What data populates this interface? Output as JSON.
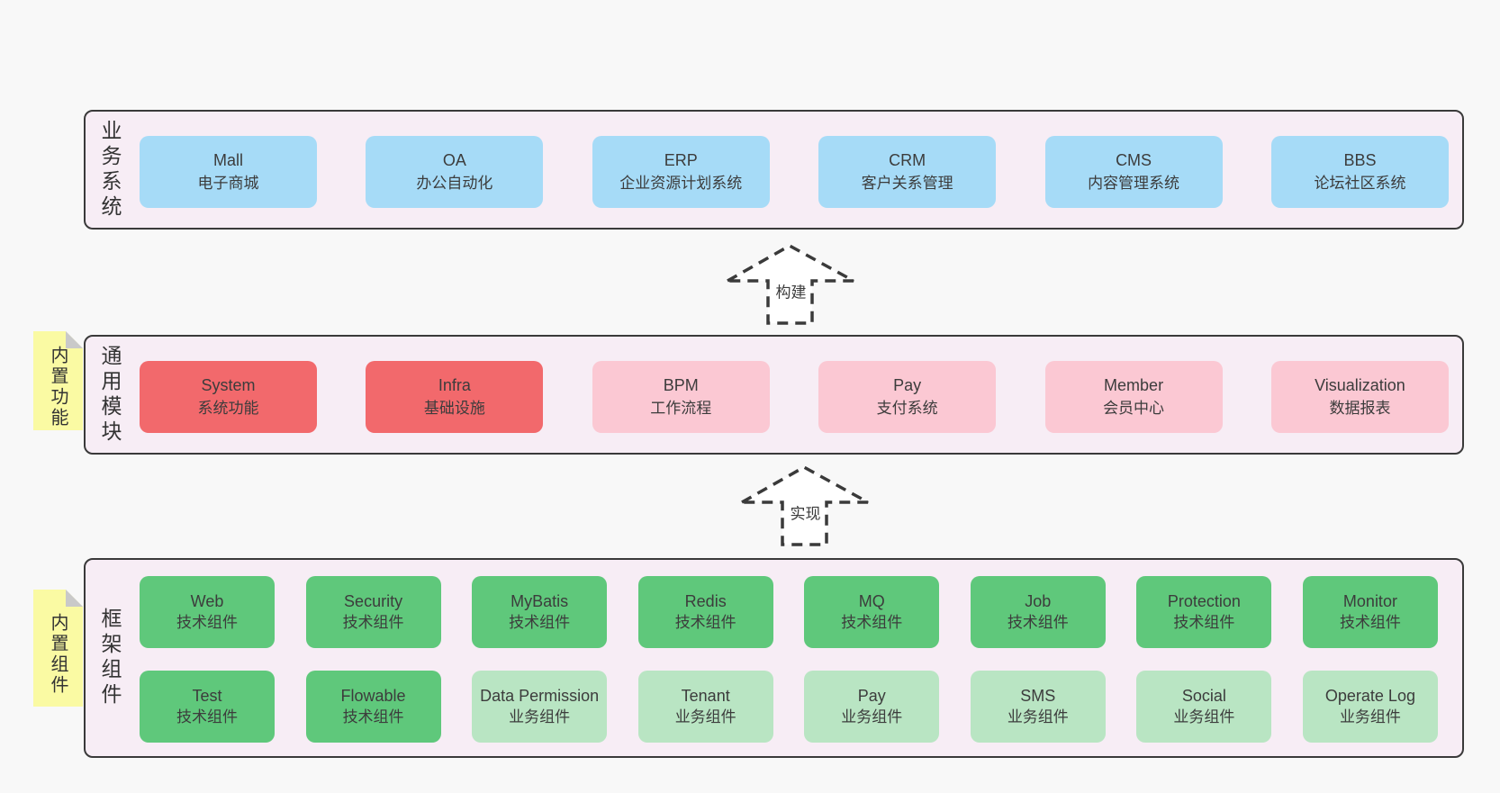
{
  "colors": {
    "page_bg": "#f8f8f8",
    "layer_bg": "#f7edf5",
    "layer_border": "#3a3a3a",
    "blue_box": "#a6dbf7",
    "red_box": "#f2696c",
    "pink_box": "#fbc8d3",
    "green_dark_box": "#5fc87b",
    "green_light_box": "#b9e5c3",
    "sticky_yellow": "#fafaa3",
    "text": "#3c3c3c"
  },
  "layers": {
    "business": {
      "label": "业务系统",
      "boxes": [
        {
          "name": "Mall",
          "desc": "电子商城"
        },
        {
          "name": "OA",
          "desc": "办公自动化"
        },
        {
          "name": "ERP",
          "desc": "企业资源计划系统"
        },
        {
          "name": "CRM",
          "desc": "客户关系管理"
        },
        {
          "name": "CMS",
          "desc": "内容管理系统"
        },
        {
          "name": "BBS",
          "desc": "论坛社区系统"
        }
      ]
    },
    "modules": {
      "label": "通用模块",
      "sticky": "内置功能",
      "boxes": [
        {
          "name": "System",
          "desc": "系统功能"
        },
        {
          "name": "Infra",
          "desc": "基础设施"
        },
        {
          "name": "BPM",
          "desc": "工作流程"
        },
        {
          "name": "Pay",
          "desc": "支付系统"
        },
        {
          "name": "Member",
          "desc": "会员中心"
        },
        {
          "name": "Visualization",
          "desc": "数据报表"
        }
      ]
    },
    "framework": {
      "label": "框架组件",
      "sticky": "内置组件",
      "row1": [
        {
          "name": "Web",
          "desc": "技术组件"
        },
        {
          "name": "Security",
          "desc": "技术组件"
        },
        {
          "name": "MyBatis",
          "desc": "技术组件"
        },
        {
          "name": "Redis",
          "desc": "技术组件"
        },
        {
          "name": "MQ",
          "desc": "技术组件"
        },
        {
          "name": "Job",
          "desc": "技术组件"
        },
        {
          "name": "Protection",
          "desc": "技术组件"
        },
        {
          "name": "Monitor",
          "desc": "技术组件"
        }
      ],
      "row2": [
        {
          "name": "Test",
          "desc": "技术组件"
        },
        {
          "name": "Flowable",
          "desc": "技术组件"
        },
        {
          "name": "Data Permission",
          "desc": "业务组件"
        },
        {
          "name": "Tenant",
          "desc": "业务组件"
        },
        {
          "name": "Pay",
          "desc": "业务组件"
        },
        {
          "name": "SMS",
          "desc": "业务组件"
        },
        {
          "name": "Social",
          "desc": "业务组件"
        },
        {
          "name": "Operate Log",
          "desc": "业务组件"
        }
      ]
    }
  },
  "arrows": {
    "build": "构建",
    "implement": "实现"
  }
}
